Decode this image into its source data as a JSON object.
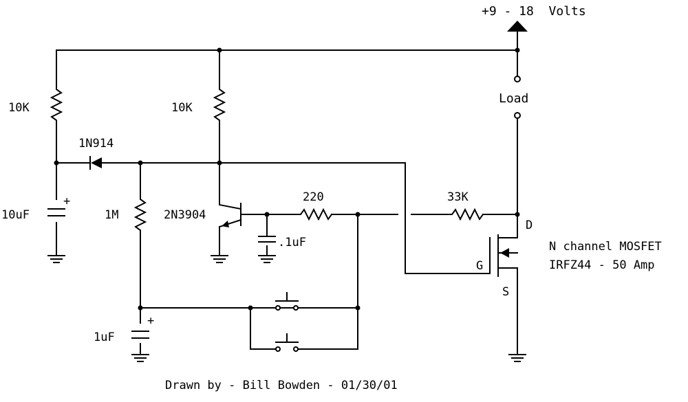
{
  "supply": {
    "label": "+9 - 18  Volts"
  },
  "load": {
    "label": "Load"
  },
  "components": {
    "r1": "10K",
    "r2": "10K",
    "diode": "1N914",
    "c1": "10uF",
    "c1_polarity": "+",
    "r3": "1M",
    "transistor": "2N3904",
    "r4": "220",
    "c2": ".1uF",
    "r5": "33K",
    "c3": "1uF",
    "c3_polarity": "+"
  },
  "mosfet": {
    "drain": "D",
    "gate": "G",
    "source": "S",
    "line1": "N channel MOSFET",
    "line2": "IRFZ44 - 50 Amp"
  },
  "credit": "Drawn by - Bill Bowden - 01/30/01"
}
